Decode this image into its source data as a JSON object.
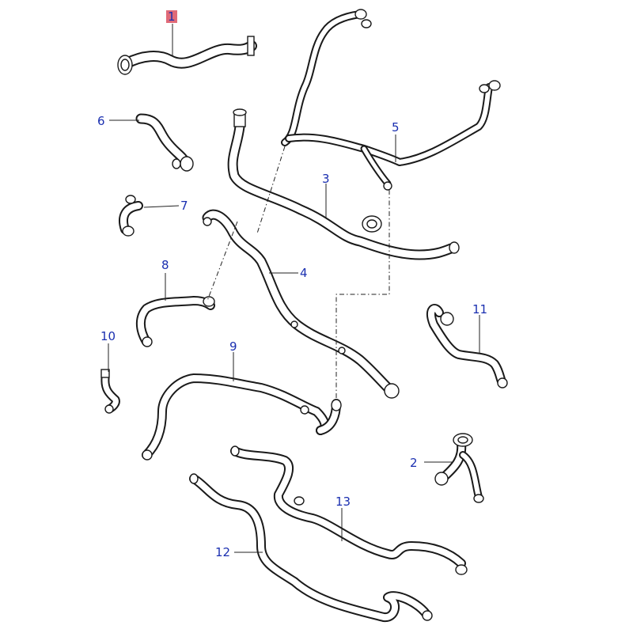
{
  "diagram": {
    "callouts": [
      {
        "id": "1",
        "label": "1",
        "highlighted": true
      },
      {
        "id": "2",
        "label": "2"
      },
      {
        "id": "3",
        "label": "3"
      },
      {
        "id": "4",
        "label": "4"
      },
      {
        "id": "5",
        "label": "5"
      },
      {
        "id": "6",
        "label": "6"
      },
      {
        "id": "7",
        "label": "7"
      },
      {
        "id": "8",
        "label": "8"
      },
      {
        "id": "9",
        "label": "9"
      },
      {
        "id": "10",
        "label": "10"
      },
      {
        "id": "11",
        "label": "11"
      },
      {
        "id": "12",
        "label": "12"
      },
      {
        "id": "13",
        "label": "13"
      }
    ]
  },
  "colors": {
    "callout_text": "#1a2fb0",
    "highlight_bg": "#e06a78",
    "line": "#1a1a1a"
  }
}
